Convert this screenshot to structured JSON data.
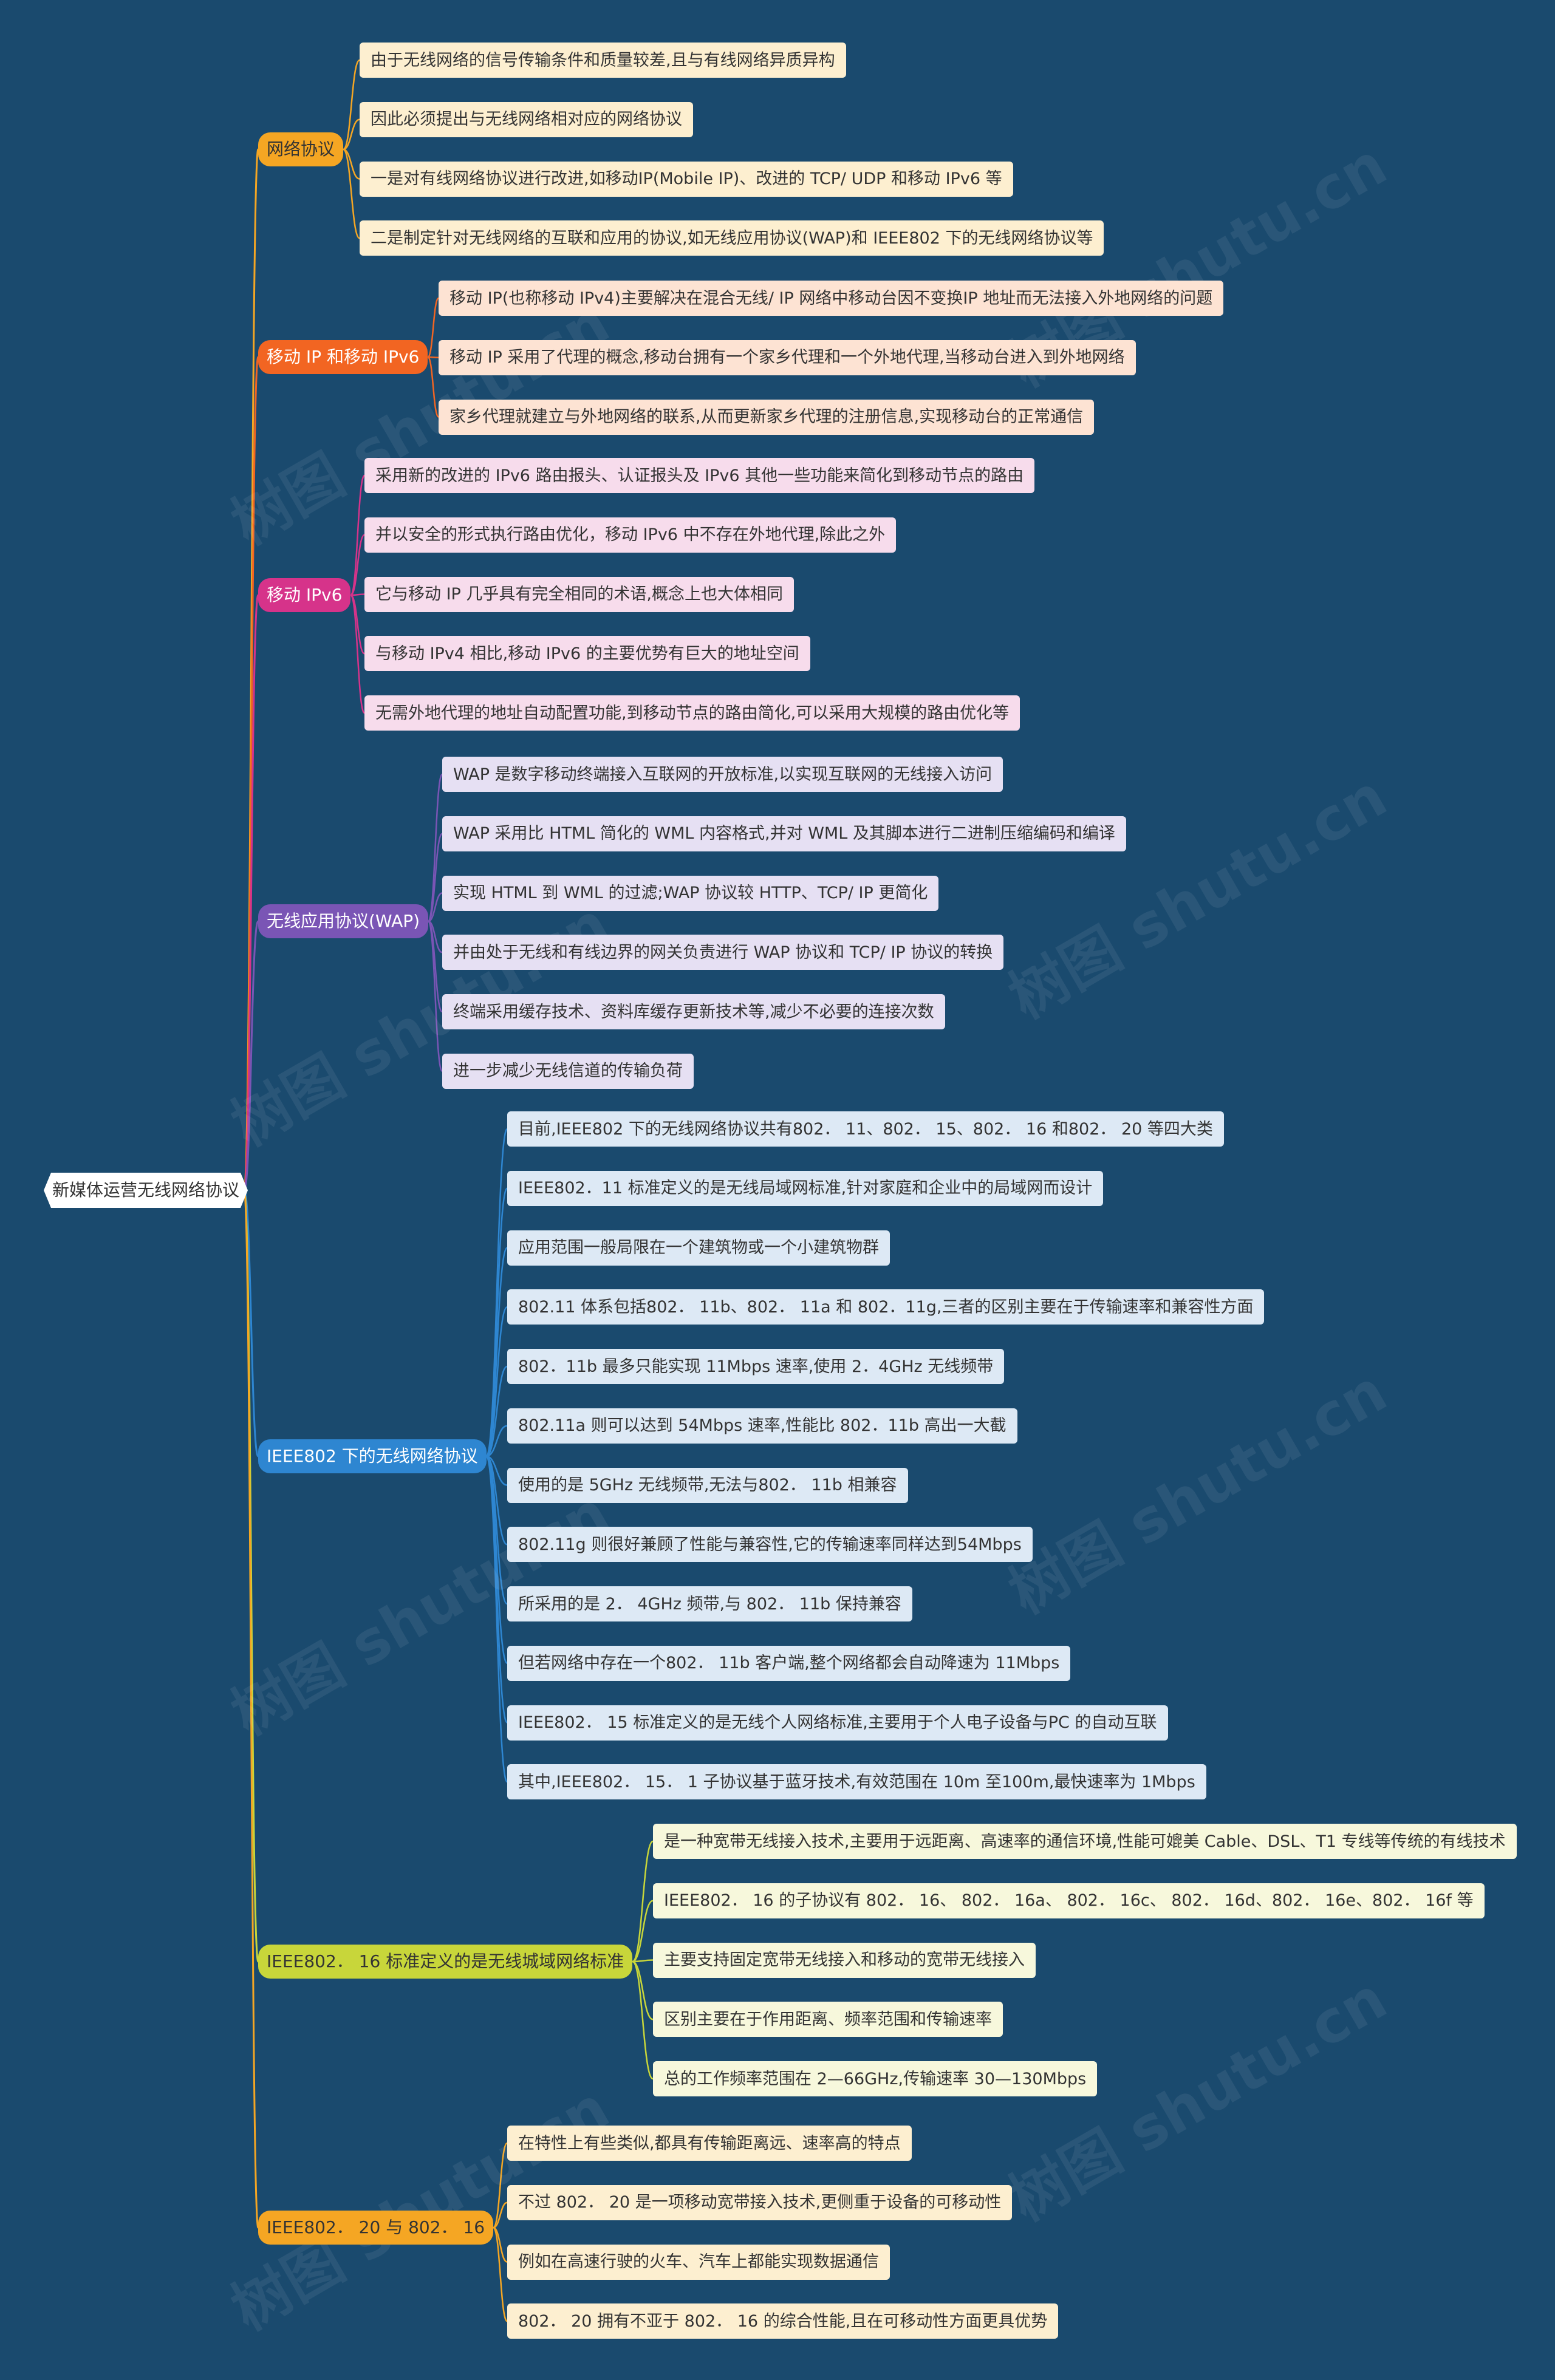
{
  "watermark": "树图 shutu.cn",
  "root": {
    "label": "新媒体运营无线网络协议"
  },
  "branches": [
    {
      "label": "网络协议",
      "color": "#f5a623",
      "text_color": "#333333",
      "leaf_bg": "#fdefd0",
      "children": [
        "由于无线网络的信号传输条件和质量较差,且与有线网络异质异构",
        "因此必须提出与无线网络相对应的网络协议",
        "一是对有线网络协议进行改进,如移动IP(Mobile IP)、改进的 TCP/ UDP 和移动 IPv6 等",
        "二是制定针对无线网络的互联和应用的协议,如无线应用协议(WAP)和 IEEE802 下的无线网络协议等"
      ]
    },
    {
      "label": "移动 IP 和移动 IPv6",
      "color": "#f26522",
      "text_color": "#ffffff",
      "leaf_bg": "#fde3d3",
      "children": [
        "移动 IP(也称移动 IPv4)主要解决在混合无线/ IP 网络中移动台因不变换IP 地址而无法接入外地网络的问题",
        "移动 IP 采用了代理的概念,移动台拥有一个家乡代理和一个外地代理,当移动台进入到外地网络",
        "家乡代理就建立与外地网络的联系,从而更新家乡代理的注册信息,实现移动台的正常通信"
      ]
    },
    {
      "label": "移动 IPv6",
      "color": "#d6338a",
      "text_color": "#ffffff",
      "leaf_bg": "#f7dcec",
      "children": [
        "采用新的改进的 IPv6 路由报头、认证报头及 IPv6 其他一些功能来简化到移动节点的路由",
        "并以安全的形式执行路由优化，移动 IPv6 中不存在外地代理,除此之外",
        "它与移动 IP 几乎具有完全相同的术语,概念上也大体相同",
        "与移动 IPv4 相比,移动 IPv6 的主要优势有巨大的地址空间",
        "无需外地代理的地址自动配置功能,到移动节点的路由简化,可以采用大规模的路由优化等"
      ]
    },
    {
      "label": "无线应用协议(WAP)",
      "color": "#7a55b5",
      "text_color": "#ffffff",
      "leaf_bg": "#e6e0f3",
      "children": [
        "WAP 是数字移动终端接入互联网的开放标准,以实现互联网的无线接入访问",
        "WAP 采用比 HTML 简化的 WML 内容格式,并对 WML 及其脚本进行二进制压缩编码和编译",
        "实现 HTML 到 WML 的过滤;WAP 协议较 HTTP、TCP/ IP 更简化",
        "并由处于无线和有线边界的网关负责进行 WAP 协议和 TCP/ IP 协议的转换",
        "终端采用缓存技术、资料库缓存更新技术等,减少不必要的连接次数",
        "进一步减少无线信道的传输负荷"
      ]
    },
    {
      "label": "IEEE802 下的无线网络协议",
      "color": "#2e86d1",
      "text_color": "#ffffff",
      "leaf_bg": "#dde9f5",
      "children": [
        "目前,IEEE802 下的无线网络协议共有802． 11、802． 15、802． 16 和802． 20 等四大类",
        "IEEE802．11 标准定义的是无线局域网标准,针对家庭和企业中的局域网而设计",
        "应用范围一般局限在一个建筑物或一个小建筑物群",
        "802.11 体系包括802． 11b、802． 11a 和 802．11g,三者的区别主要在于传输速率和兼容性方面",
        "802．11b 最多只能实现 11Mbps 速率,使用 2．4GHz 无线频带",
        "802.11a 则可以达到 54Mbps 速率,性能比 802．11b 高出一大截",
        "使用的是 5GHz 无线频带,无法与802． 11b 相兼容",
        "802.11g 则很好兼顾了性能与兼容性,它的传输速率同样达到54Mbps",
        "所采用的是 2． 4GHz 频带,与 802． 11b 保持兼容",
        "但若网络中存在一个802． 11b 客户端,整个网络都会自动降速为 11Mbps",
        "IEEE802． 15 标准定义的是无线个人网络标准,主要用于个人电子设备与PC 的自动互联",
        "其中,IEEE802． 15． 1 子协议基于蓝牙技术,有效范围在 10m 至100m,最快速率为 1Mbps"
      ]
    },
    {
      "label": "IEEE802． 16 标准定义的是无线城域网络标准",
      "color": "#c8d63a",
      "text_color": "#333333",
      "leaf_bg": "#f7f8dc",
      "children": [
        "是一种宽带无线接入技术,主要用于远距离、高速率的通信环境,性能可媲美 Cable、DSL、T1 专线等传统的有线技术",
        "IEEE802． 16 的子协议有 802． 16、 802． 16a、 802． 16c、 802． 16d、802． 16e、802． 16f 等",
        "主要支持固定宽带无线接入和移动的宽带无线接入",
        "区别主要在于作用距离、频率范围和传输速率",
        "总的工作频率范围在 2—66GHz,传输速率 30—130Mbps"
      ]
    },
    {
      "label": "IEEE802． 20 与 802． 16",
      "color": "#f5a623",
      "text_color": "#333333",
      "leaf_bg": "#fdefd0",
      "children": [
        "在特性上有些类似,都具有传输距离远、速率高的特点",
        "不过 802． 20 是一项移动宽带接入技术,更侧重于设备的可移动性",
        "例如在高速行驶的火车、汽车上都能实现数据通信",
        "802． 20 拥有不亚于 802． 16 的综合性能,且在可移动性方面更具优势"
      ]
    }
  ]
}
